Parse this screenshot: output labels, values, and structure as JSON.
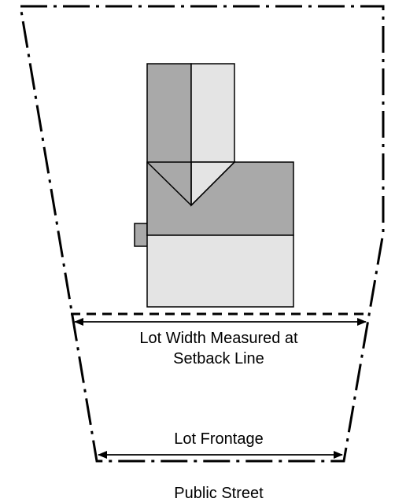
{
  "labels": {
    "lot_width_line1": "Lot Width Measured at",
    "lot_width_line2": "Setback Line",
    "lot_frontage": "Lot Frontage",
    "public_street": "Public Street"
  },
  "colors": {
    "building_dark": "#a9a9a9",
    "building_light": "#e4e4e4",
    "lines": "#000000",
    "background": "#ffffff"
  }
}
